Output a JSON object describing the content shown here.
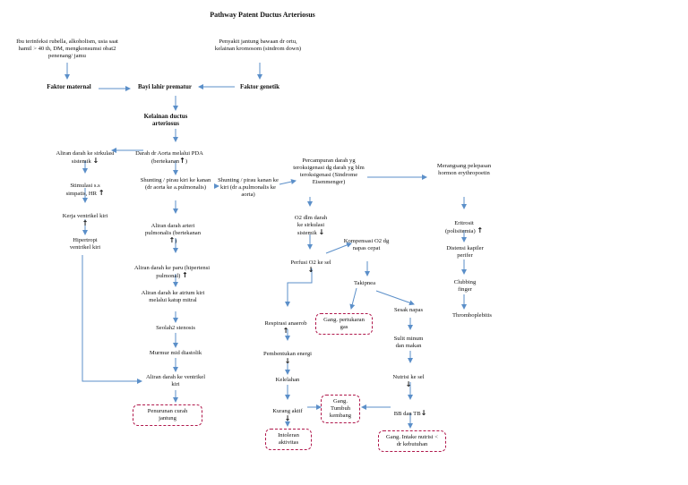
{
  "title": "Pathway Patent Ductus Arteriosus",
  "nodes": {
    "ibu": "Ibu terinfeksi rubella, alkoholism, usia saat hamil > 40 th, DM, mengkonsumsi obat2 penenang/ jamu",
    "penyakit": "Penyakit jantung bawaan dr ortu, kelainan kromosom (sindrom down)",
    "fmaternal": "Faktor maternal",
    "bayi": "Bayi lahir prematur",
    "fgenetik": "Faktor genetik",
    "kelainan": "Kelainan ductus arteriosus",
    "darah_aorta": "Darah dr Aorta melalui PDA (bertekanan",
    "aliran_sirk": "Aliran darah ke sirkulasi sistemik",
    "stimulasi": "Stimulasi s.s simpatis, HR",
    "kerja": "Kerja ventrikel kiri",
    "hipertropi": "Hipertropi ventrikel kiri",
    "shunt1": "Shunting / pirau kiri ke kanan (dr aorta ke a.pulmonalis)",
    "shunt2": "Shunting / pirau kanan ke kiri (dr a.pulmonalis ke aorta)",
    "arteri_pul": "Aliran darah arteri pulmonalis (bertekanan",
    "paru": "Aliran darah ke paru (hipertensi pulmonal)",
    "atrium": "Aliran darah ke atrium kiri melalui katup mitral",
    "sealah": "Seolah2 stenosis",
    "murmur": "Murmur mid diastolik",
    "ventrikel": "Aliran darah ke ventrikel kiri",
    "curah": "Penurunan curah jantung",
    "percampuran": "Percampuran darah yg teroksigenasi dg darah yg blm teroksigenasi (Sindrome Eisenmenger)",
    "o2": "O2 dlm darah ke sirkulasi sistemik",
    "perfusi": "Perfusi O2 ke sel",
    "kompensasi": "Kompensasi O2 dg napas cepat",
    "takipnea": "Takipnea",
    "sesak": "Sesak napas",
    "sulit": "Sulit minum dan makan",
    "nutrisi": "Nutrisi ke sel",
    "bbtb": "BB dan TB",
    "gintake": "Gang. Intake nutrisi < dr kebutuhan",
    "respirasi": "Respirasi anaerob",
    "gpertukaran": "Gang. pertukaran gas",
    "pembentukan": "Pembentukan energi",
    "kelelahan": "Kelelahan",
    "kurang": "Kurang aktif",
    "ggrowth": "Gang. Tumbuh kembang",
    "intoleran": "Intoleran aktivitas",
    "merangsang": "Merangsang pelepasan hormon erythropoetin",
    "eritrosit": "Eritrosit (polisitemia)",
    "distensi": "Distensi kapiler perifer",
    "clubbing": "Clubbing finger",
    "thrombo": "Thromboplebitis"
  },
  "colors": {
    "arrow": "#5b8fc9",
    "dashed_border": "#b0184c"
  },
  "icons": {
    "up": "arrow-up-icon",
    "down": "arrow-down-icon"
  }
}
